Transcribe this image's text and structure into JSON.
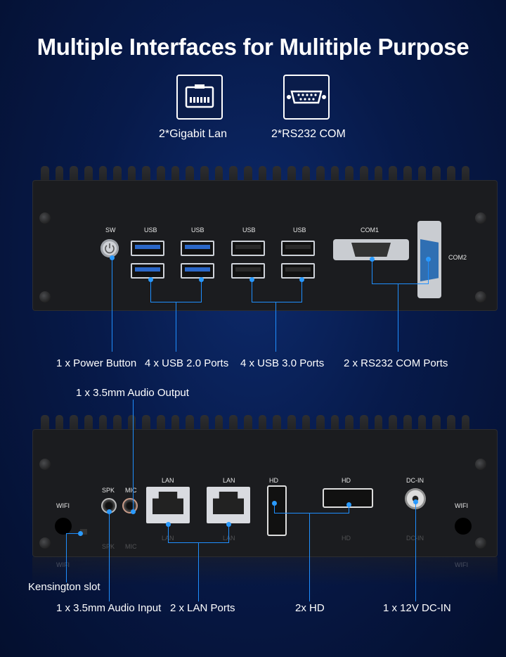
{
  "header": {
    "title": "Multiple Interfaces for Mulitiple Purpose"
  },
  "features": [
    {
      "icon": "ethernet-port-icon",
      "label": "2*Gigabit Lan"
    },
    {
      "icon": "serial-port-icon",
      "label": "2*RS232 COM"
    }
  ],
  "front_panel": {
    "port_labels": {
      "sw": "SW",
      "usb": "USB",
      "com1": "COM1",
      "com2": "COM2"
    },
    "captions": {
      "power": "1 x Power Button",
      "usb2": "4 x USB 2.0 Ports",
      "usb3": "4 x USB 3.0 Ports",
      "com": "2 x RS232 COM Ports"
    }
  },
  "rear_panel": {
    "port_labels": {
      "spk": "SPK",
      "mic": "MIC",
      "lan": "LAN",
      "hd": "HD",
      "dcin": "DC-IN",
      "wifi": "WIFI"
    },
    "captions": {
      "audio_out": "1 x 3.5mm Audio Output",
      "kensington": "Kensington slot",
      "audio_in": "1 x 3.5mm Audio Input",
      "lan": "2 x LAN Ports",
      "hd": "2x HD",
      "dcin": "1 x 12V DC-IN"
    }
  },
  "colors": {
    "accent": "#1f8fff",
    "background": "#071a4a",
    "chassis": "#1b1c1f",
    "usb3_blue": "#2b68c9"
  }
}
